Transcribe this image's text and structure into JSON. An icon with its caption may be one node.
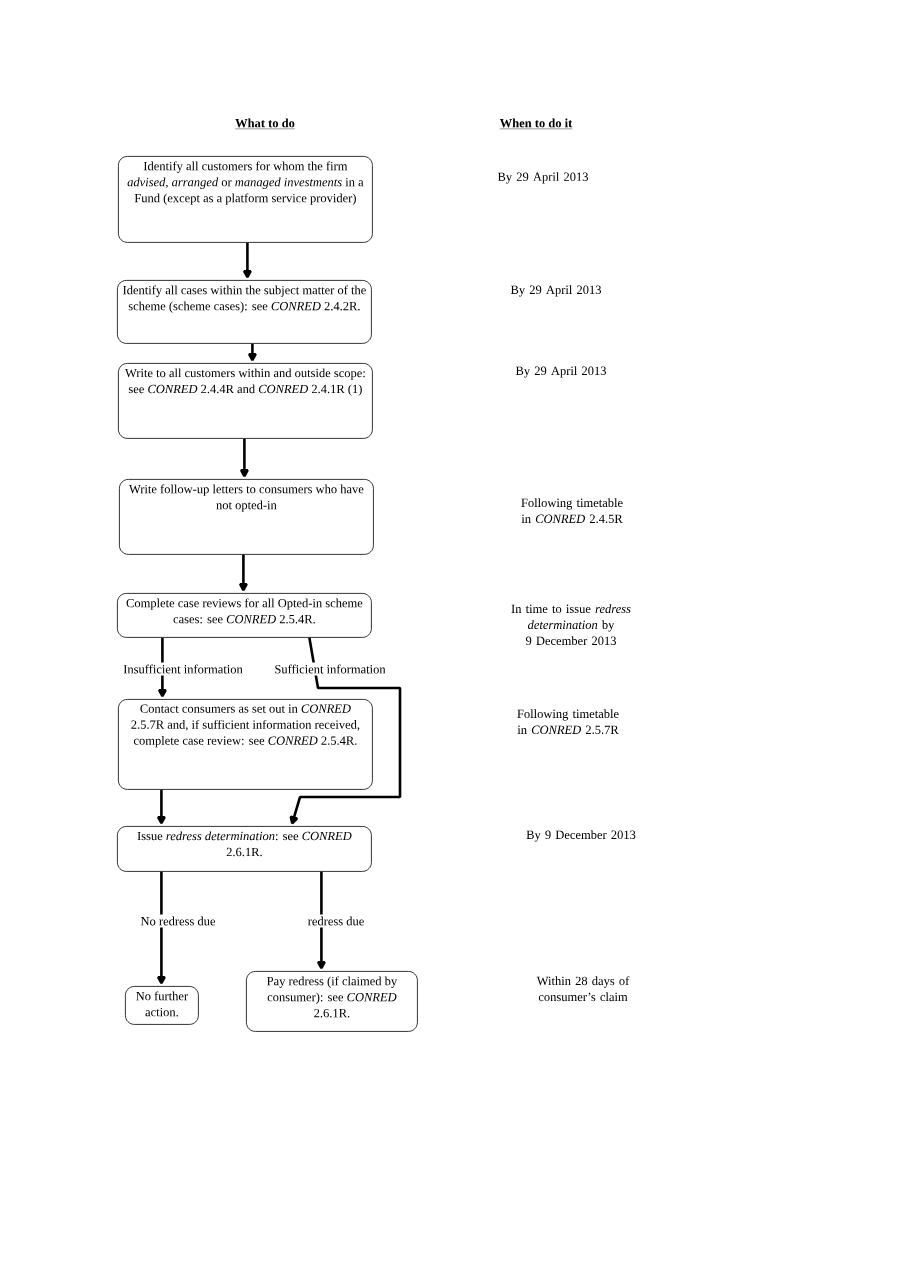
{
  "diagram": {
    "nodes": [
      {
        "text": [
          "Identify all customers for whom the firm *advised, arranged* or *managed investments* in a Fund (except as a platform service provider)"
        ]
      },
      {
        "text": [
          "Identify all cases within the subject matter of the scheme (scheme cases): see *CONRED* 2.4.2R."
        ]
      },
      {
        "text": [
          "Write to all customers within and outside scope: see *CONRED* 2.4.4R and *CONRED* 2.4.1R (1)"
        ]
      },
      {
        "text": [
          "Write follow-up letters to consumers who have not opted-in"
        ]
      },
      {
        "text": [
          "Complete case reviews for all Opted-in scheme cases: see *CONRED* 2.5.4R."
        ]
      },
      {
        "text": [
          "Contact consumers as set out in *CONRED* 2.5.7R and, if sufficient information received, complete case review: see *CONRED* 2.5.4R."
        ]
      },
      {
        "text": [
          "Issue *redress determination*: see *CONRED* 2.6.1R."
        ]
      },
      {
        "text": [
          "No further action."
        ]
      },
      {
        "text": [
          "Pay redress (if claimed by consumer): see *CONRED* 2.6.1R."
        ]
      }
    ],
    "edges": [
      {
        "from": 0,
        "to": 1,
        "arrow": "to"
      },
      {
        "from": 1,
        "to": 2,
        "arrow": "to"
      },
      {
        "from": 2,
        "to": 3,
        "arrow": "to"
      },
      {
        "from": 3,
        "to": 4,
        "arrow": "to"
      },
      {
        "from": 4,
        "to": 5,
        "arrow": "to",
        "label": "Insufficient information"
      },
      {
        "from": 4,
        "to": 6,
        "arrow": "to",
        "label": "Sufficient information"
      },
      {
        "from": 5,
        "to": 6,
        "arrow": "to"
      },
      {
        "from": 6,
        "to": 7,
        "arrow": "to",
        "label": "No redress due"
      },
      {
        "from": 6,
        "to": 8,
        "arrow": "to",
        "label": "redress due"
      }
    ],
    "labels": [
      "What to do",
      "When to do it",
      "By 29 April 2013",
      "By 29 April 2013",
      "By 29 April 2013",
      "Following timetable in *CONRED* 2.4.5R",
      "In time to issue *redress determination* by 9 December 2013",
      "Following timetable in *CONRED* 2.5.7R",
      "By 9 December 2013",
      "Within 28 days of consumer’s claim"
    ]
  }
}
